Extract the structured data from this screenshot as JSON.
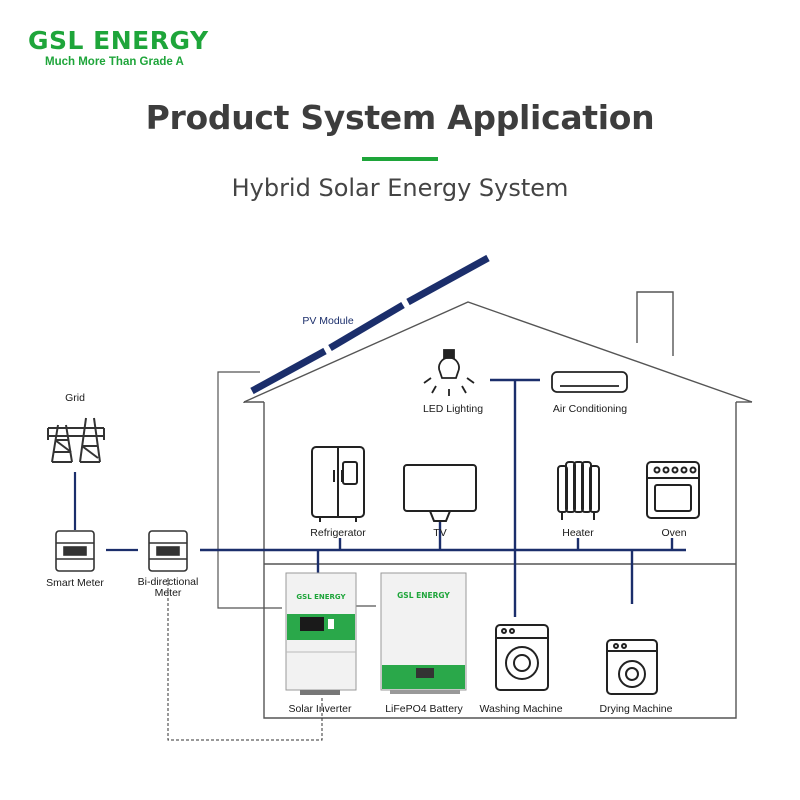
{
  "header": {
    "brand": "GSL ENERGY",
    "tagline": "Much More Than Grade A",
    "title": "Product System Application",
    "subtitle": "Hybrid Solar Energy System"
  },
  "colors": {
    "brand_green": "#1ea53a",
    "bus_line": "#1b2e6b",
    "outline": "#555555"
  },
  "labels": {
    "pv_module": "PV Module",
    "grid": "Grid",
    "led_lighting": "LED Lighting",
    "air_conditioning": "Air Conditioning",
    "refrigerator": "Refrigerator",
    "tv": "TV",
    "heater": "Heater",
    "oven": "Oven",
    "smart_meter": "Smart Meter",
    "bidirectional_meter_line1": "Bi-directional",
    "bidirectional_meter_line2": "Meter",
    "solar_inverter": "Solar Inverter",
    "lifepo4_battery": "LiFePO4 Battery",
    "washing_machine": "Washing Machine",
    "drying_machine": "Drying Machine"
  },
  "devices": {
    "inverter_brand": "GSL ENERGY",
    "battery_brand": "GSL ENERGY"
  },
  "icons": [
    "solar-panel-icon",
    "grid-tower-icon",
    "bulb-icon",
    "air-conditioner-icon",
    "refrigerator-icon",
    "tv-icon",
    "heater-icon",
    "oven-icon",
    "meter-icon",
    "inverter-icon",
    "battery-icon",
    "washing-machine-icon",
    "dryer-icon"
  ]
}
